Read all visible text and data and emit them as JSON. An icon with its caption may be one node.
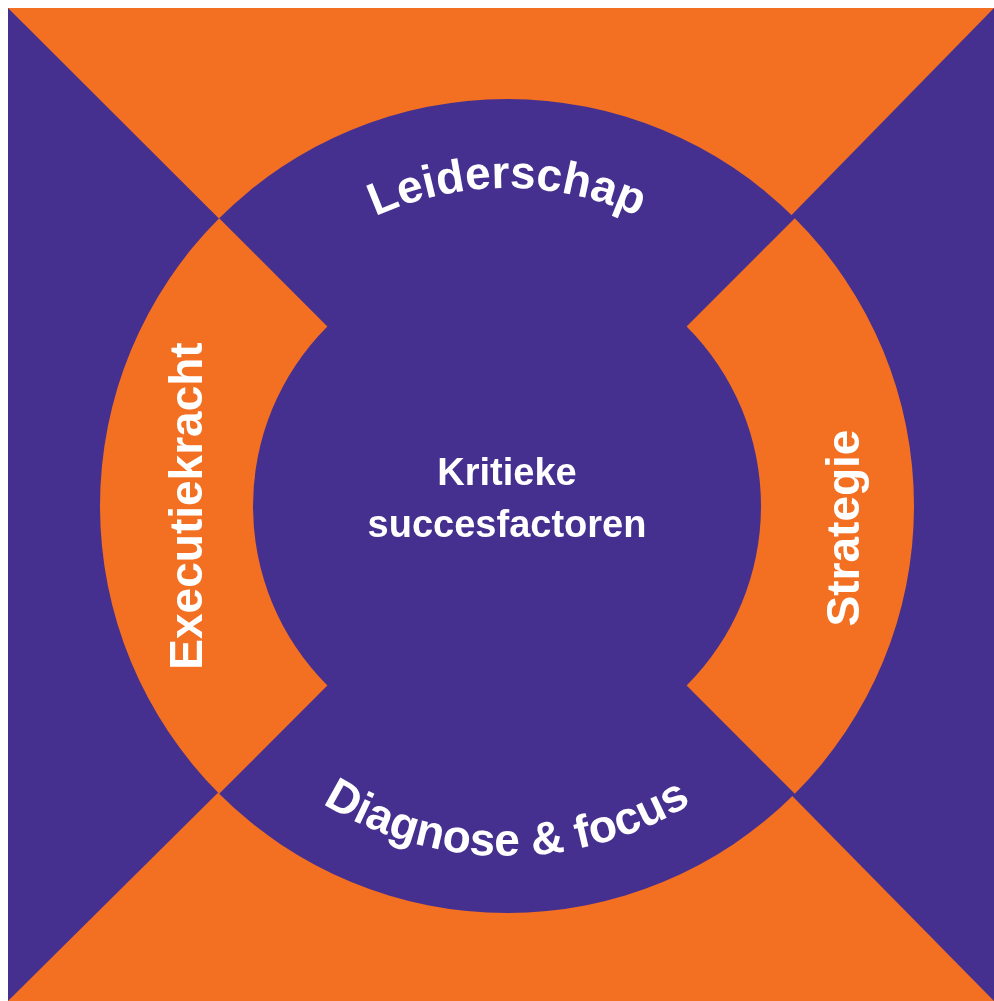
{
  "diagram": {
    "nodes": [
      {
        "text": [
          "Leiderschap"
        ]
      },
      {
        "text": [
          "Executiekracht"
        ]
      },
      {
        "text": [
          "Strategie"
        ]
      },
      {
        "text": [
          "Diagnose & focus"
        ]
      },
      {
        "text": [
          "Kritieke succesfactoren"
        ]
      }
    ]
  }
}
